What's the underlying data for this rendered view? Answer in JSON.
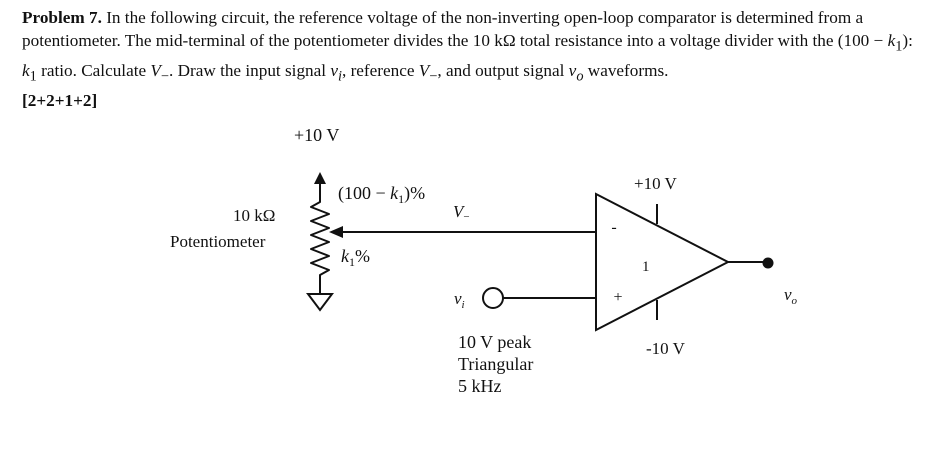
{
  "problem": {
    "number": "Problem 7.",
    "text_1": " In the following circuit, the reference voltage of the non-inverting open-loop comparator is determined from a potentiometer. The mid-terminal of the potentiometer divides the 10 kΩ total resistance into a voltage divider with the (100 − ",
    "k1_a": "k",
    "sub_1a": "1",
    "text_2": "): ",
    "k1_b": "k",
    "sub_1b": "1",
    "text_3": " ratio. Calculate ",
    "vminus_a": "V",
    "sub_minus_a": "−",
    "text_4": ". Draw the input signal ",
    "vi": "v",
    "sub_i": "i",
    "text_5": ", reference ",
    "vminus_b": "V",
    "sub_minus_b": "−",
    "text_6": ", and output signal ",
    "vo": "v",
    "sub_o": "o",
    "text_7": " waveforms.",
    "marks": "[2+2+1+2]"
  },
  "circuit": {
    "pot_top_supply": "+10 V",
    "pot_upper_fraction_a": "(100 − ",
    "pot_upper_fraction_k": "k",
    "pot_upper_fraction_sub": "1",
    "pot_upper_fraction_b": ")%",
    "pot_lower_fraction_k": "k",
    "pot_lower_fraction_sub": "1",
    "pot_lower_fraction_pct": "%",
    "pot_value": "10 kΩ",
    "pot_name": "Potentiometer",
    "vminus_label": "V",
    "vminus_sub": "−",
    "vi_label": "v",
    "vi_sub": "i",
    "source_line_1": "10 V peak",
    "source_line_2": "Triangular",
    "source_line_3": "5 kHz",
    "opamp_pos_supply": "+10 V",
    "opamp_neg_supply": "-10 V",
    "opamp_inverting": "-",
    "opamp_noninverting": "+",
    "opamp_number": "1",
    "vo_label": "v",
    "vo_sub": "o"
  }
}
